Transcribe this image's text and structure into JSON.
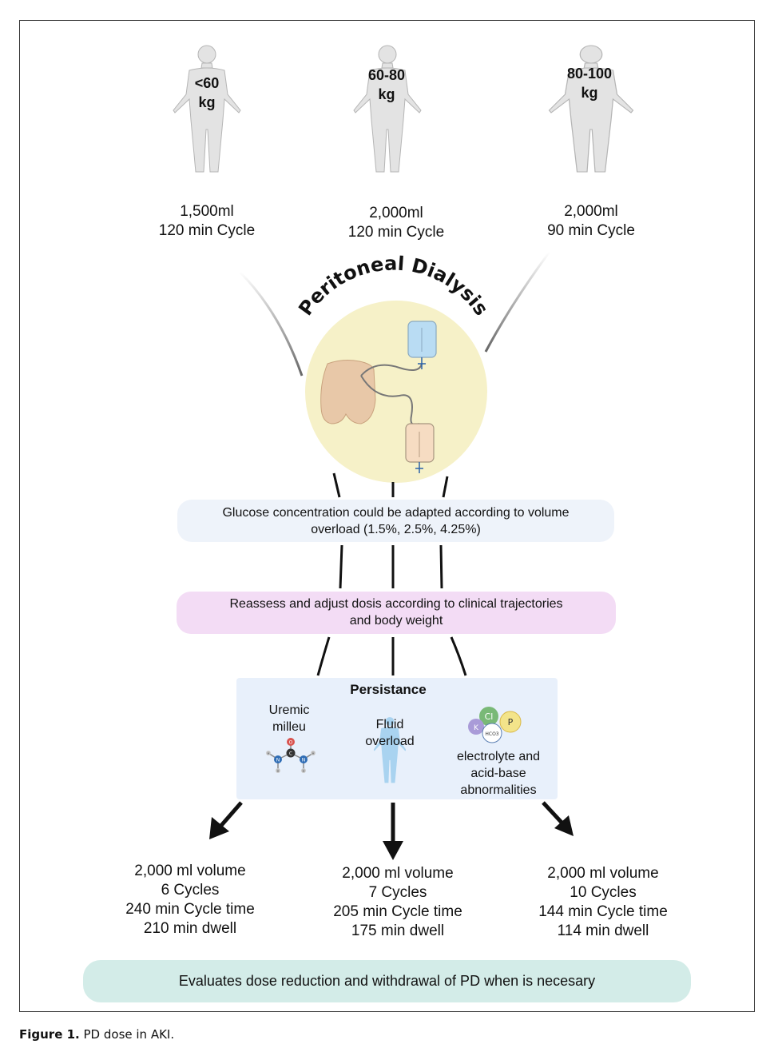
{
  "weight_groups": [
    {
      "weight_line1": "<60",
      "weight_line2": "kg",
      "volume": "1,500ml",
      "cycle": "120 min Cycle"
    },
    {
      "weight_line1": "60-80",
      "weight_line2": "kg",
      "volume": "2,000ml",
      "cycle": "120 min Cycle"
    },
    {
      "weight_line1": "80-100",
      "weight_line2": "kg",
      "volume": "2,000ml",
      "cycle": "90 min Cycle"
    }
  ],
  "pd_title": "Peritoneal Dialysis",
  "glucose_box": {
    "line1": "Glucose concentration could be adapted according to volume",
    "line2": "overload  (1.5%, 2.5%, 4.25%)"
  },
  "reassess_box": {
    "line1": "Reassess and adjust dosis according to clinical trajectories",
    "line2": "and body weight"
  },
  "persistance": {
    "title": "Persistance",
    "uremic_line1": "Uremic",
    "uremic_line2": "milleu",
    "fluid_line1": "Fluid",
    "fluid_line2": "overload",
    "electrolyte_line1": "electrolyte and",
    "electrolyte_line2": "acid-base",
    "electrolyte_line3": "abnormalities",
    "ion_cl": "Cl",
    "ion_p": "P",
    "ion_k": "K",
    "ion_hco3": "HCO3",
    "atom_o": "O",
    "atom_c": "C",
    "atom_n": "N",
    "atom_h": "H"
  },
  "results": [
    {
      "volume": "2,000 ml volume",
      "cycles": "6 Cycles",
      "cycle_time": "240 min Cycle time",
      "dwell": "210 min dwell"
    },
    {
      "volume": "2,000 ml volume",
      "cycles": "7 Cycles",
      "cycle_time": "205 min Cycle time",
      "dwell": "175 min dwell"
    },
    {
      "volume": "2,000 ml volume",
      "cycles": "10 Cycles",
      "cycle_time": "144 min Cycle time",
      "dwell": "114 min dwell"
    }
  ],
  "evaluate_box": "Evaluates dose reduction and withdrawal of PD when is necesary",
  "caption": {
    "label": "Figure 1.",
    "text": " PD dose in AKI."
  },
  "colors": {
    "circle": "#f6f1c8",
    "glucose_box": "#eef3fa",
    "reassess_box": "#f3dcf5",
    "persist_box": "#e8f0fb",
    "evaluate_box": "#d3ece8",
    "body": "#e3e3e3",
    "fluid": "#a9d3f0"
  }
}
